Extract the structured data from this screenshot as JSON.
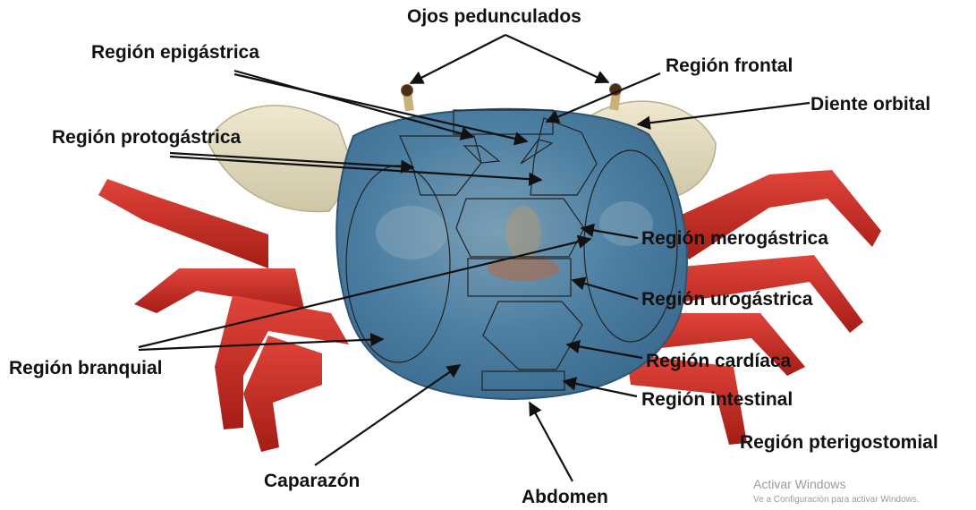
{
  "diagram": {
    "labels": {
      "ojos_pedunculados": "Ojos pedunculados",
      "epigastrica": "Región epigástrica",
      "frontal": "Región frontal",
      "diente_orbital": "Diente orbital",
      "protogastrica": "Región protogástrica",
      "merogastrica": "Región merogástrica",
      "urogastrica": "Región urogástrica",
      "branquial": "Región branquial",
      "cardiaca": "Región cardíaca",
      "intestinal": "Región intestinal",
      "pterigostomial": "Región pterigostomial",
      "caparazon": "Caparazón",
      "abdomen": "Abdomen"
    },
    "colors": {
      "carapace_blue": "#4d7fa3",
      "leg_red": "#c8271f",
      "claw_cream": "#e4dcc0",
      "line": "#111111"
    }
  },
  "watermark": {
    "title": "Activar Windows",
    "subtitle": "Ve a Configuración para activar Windows."
  }
}
